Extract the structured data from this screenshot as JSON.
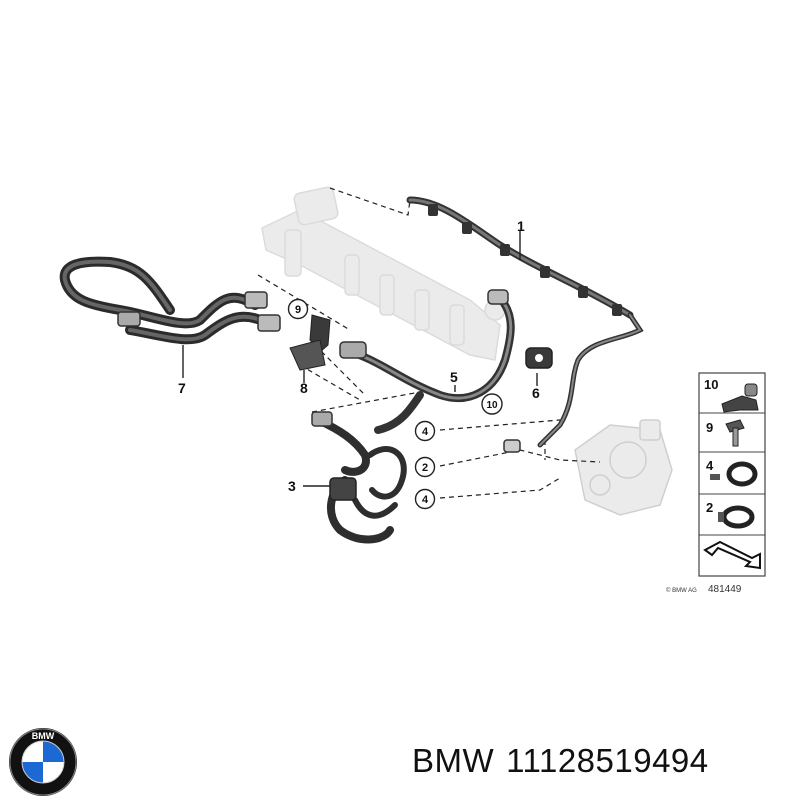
{
  "callouts": {
    "c1": "1",
    "c2a": "2",
    "c3": "3",
    "c4a": "4",
    "c4b": "4",
    "c5": "5",
    "c6": "6",
    "c7": "7",
    "c8": "8",
    "c9": "9",
    "c10": "10"
  },
  "legend": {
    "items": [
      {
        "number": "10",
        "icon": "clip-icon"
      },
      {
        "number": "9",
        "icon": "bolt-icon"
      },
      {
        "number": "4",
        "icon": "hose-clamp-icon"
      },
      {
        "number": "2",
        "icon": "clamp-icon"
      }
    ],
    "arrow_icon": "arrow-icon"
  },
  "diagram_id": "481449",
  "copyright": "© BMW AG",
  "brand": "BMW",
  "part_number": "11128519494",
  "logo": {
    "letters": "BMW",
    "colors": {
      "blue": "#1c69d4",
      "ring": "#111111",
      "white": "#ffffff"
    }
  }
}
